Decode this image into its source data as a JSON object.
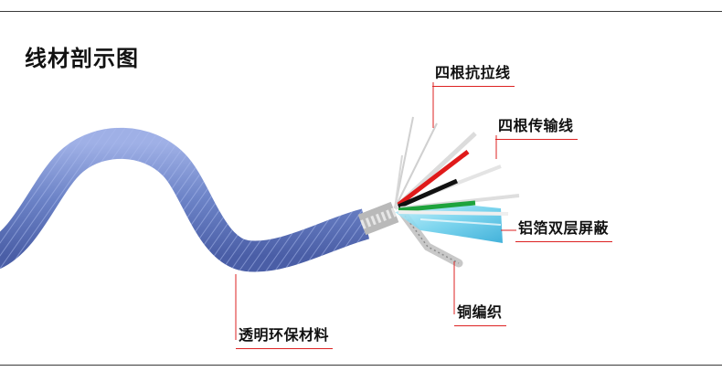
{
  "title": "线材剖示图",
  "labels": {
    "strength_wires": "四根抗拉线",
    "transmission_wires": "四根传输线",
    "aluminum_foil_shield": "铝箔双层屏蔽",
    "copper_braid": "铜编织",
    "transparent_jacket": "透明环保材料"
  },
  "colors": {
    "jacket": "#6f86c8",
    "callout_line": "#dd2222",
    "foil": "#7fd6ee",
    "wire_red": "#e01a1a",
    "wire_black": "#111111",
    "wire_green": "#1ea33c",
    "wire_white": "#f4f4f4"
  }
}
